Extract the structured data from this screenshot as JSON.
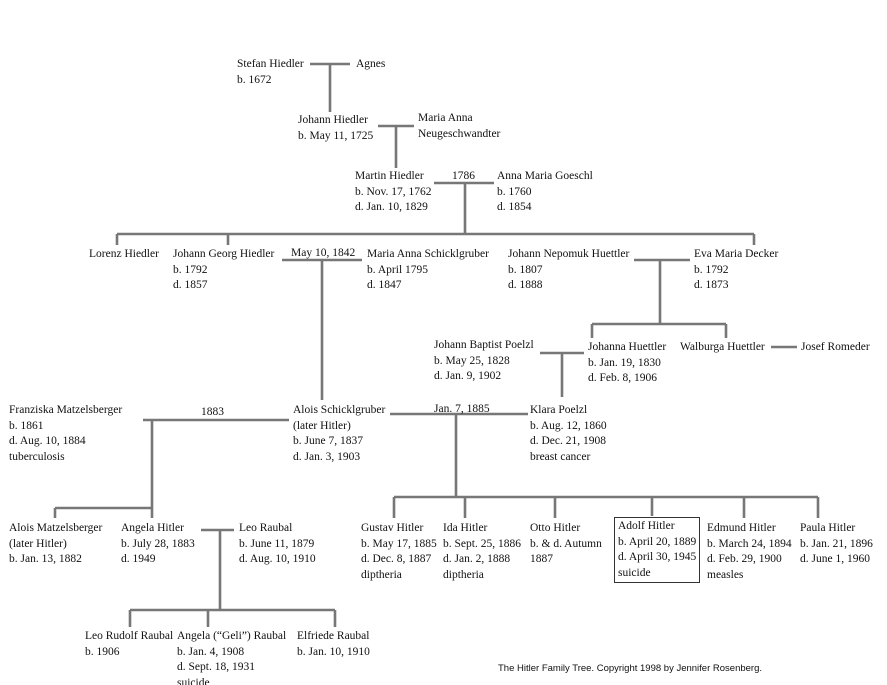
{
  "people": {
    "stefan_hiedler": [
      "Stefan Hiedler",
      "b. 1672"
    ],
    "agnes": [
      "Agnes"
    ],
    "johann_hiedler": [
      "Johann Hiedler",
      "b. May 11, 1725"
    ],
    "maria_anna_neugeschwandter": [
      "Maria Anna",
      "Neugeschwandter"
    ],
    "martin_hiedler": [
      "Martin Hiedler",
      "b. Nov. 17, 1762",
      "d. Jan. 10, 1829"
    ],
    "anna_maria_goeschl": [
      "Anna Maria Goeschl",
      "b. 1760",
      "d. 1854"
    ],
    "lorenz_hiedler": [
      "Lorenz Hiedler"
    ],
    "johann_georg_hiedler": [
      "Johann Georg Hiedler",
      "b. 1792",
      "d. 1857"
    ],
    "maria_anna_schicklgruber": [
      "Maria Anna Schicklgruber",
      "b. April 1795",
      "d. 1847"
    ],
    "johann_nepomuk_huettler": [
      "Johann Nepomuk Huettler",
      "b. 1807",
      "d. 1888"
    ],
    "eva_maria_decker": [
      "Eva Maria Decker",
      "b. 1792",
      "d. 1873"
    ],
    "johann_baptist_poelzl": [
      "Johann Baptist Poelzl",
      "b. May 25, 1828",
      "d. Jan. 9, 1902"
    ],
    "johanna_huettler": [
      "Johanna Huettler",
      "b. Jan. 19, 1830",
      "d. Feb. 8, 1906"
    ],
    "walburga_huettler": [
      "Walburga Huettler"
    ],
    "josef_romeder": [
      "Josef Romeder"
    ],
    "franziska_matzelsberger": [
      "Franziska Matzelsberger",
      "b. 1861",
      "d. Aug. 10, 1884",
      "tuberculosis"
    ],
    "alois_schicklgruber": [
      "Alois Schicklgruber",
      "(later Hitler)",
      "b. June 7, 1837",
      "d. Jan. 3, 1903"
    ],
    "klara_poelzl": [
      "Klara Poelzl",
      "b. Aug. 12, 1860",
      "d. Dec. 21, 1908",
      "breast cancer"
    ],
    "alois_matzelsberger": [
      "Alois Matzelsberger",
      "(later Hitler)",
      "b. Jan. 13, 1882"
    ],
    "angela_hitler": [
      "Angela Hitler",
      "b. July 28, 1883",
      "d. 1949"
    ],
    "leo_raubal": [
      "Leo Raubal",
      "b. June 11, 1879",
      "d. Aug. 10, 1910"
    ],
    "gustav_hitler": [
      "Gustav Hitler",
      "b. May 17, 1885",
      "d. Dec. 8, 1887",
      "diptheria"
    ],
    "ida_hitler": [
      "Ida Hitler",
      "b. Sept. 25, 1886",
      "d. Jan. 2, 1888",
      "diptheria"
    ],
    "otto_hitler": [
      "Otto Hitler",
      "b. & d. Autumn",
      "1887"
    ],
    "adolf_hitler": [
      "Adolf Hitler",
      "b. April 20, 1889",
      "d. April 30, 1945",
      "suicide"
    ],
    "edmund_hitler": [
      "Edmund Hitler",
      "b. March 24, 1894",
      "d. Feb. 29, 1900",
      "measles"
    ],
    "paula_hitler": [
      "Paula Hitler",
      "b. Jan. 21, 1896",
      "d. June 1, 1960"
    ],
    "leo_rudolf_raubal": [
      "Leo Rudolf Raubal",
      "b. 1906"
    ],
    "angela_geli_raubal": [
      "Angela (“Geli”) Raubal",
      "b. Jan. 4, 1908",
      "d. Sept. 18, 1931",
      "suicide"
    ],
    "elfriede_raubal": [
      "Elfriede Raubal",
      "b. Jan. 10, 1910"
    ]
  },
  "marriages": {
    "martin_anna": "1786",
    "johann_georg_maria_anna": "May 10, 1842",
    "alois_franziska": "1883",
    "alois_klara": "Jan. 7, 1885"
  },
  "credit": "The Hitler Family Tree.  Copyright 1998 by Jennifer Rosenberg."
}
